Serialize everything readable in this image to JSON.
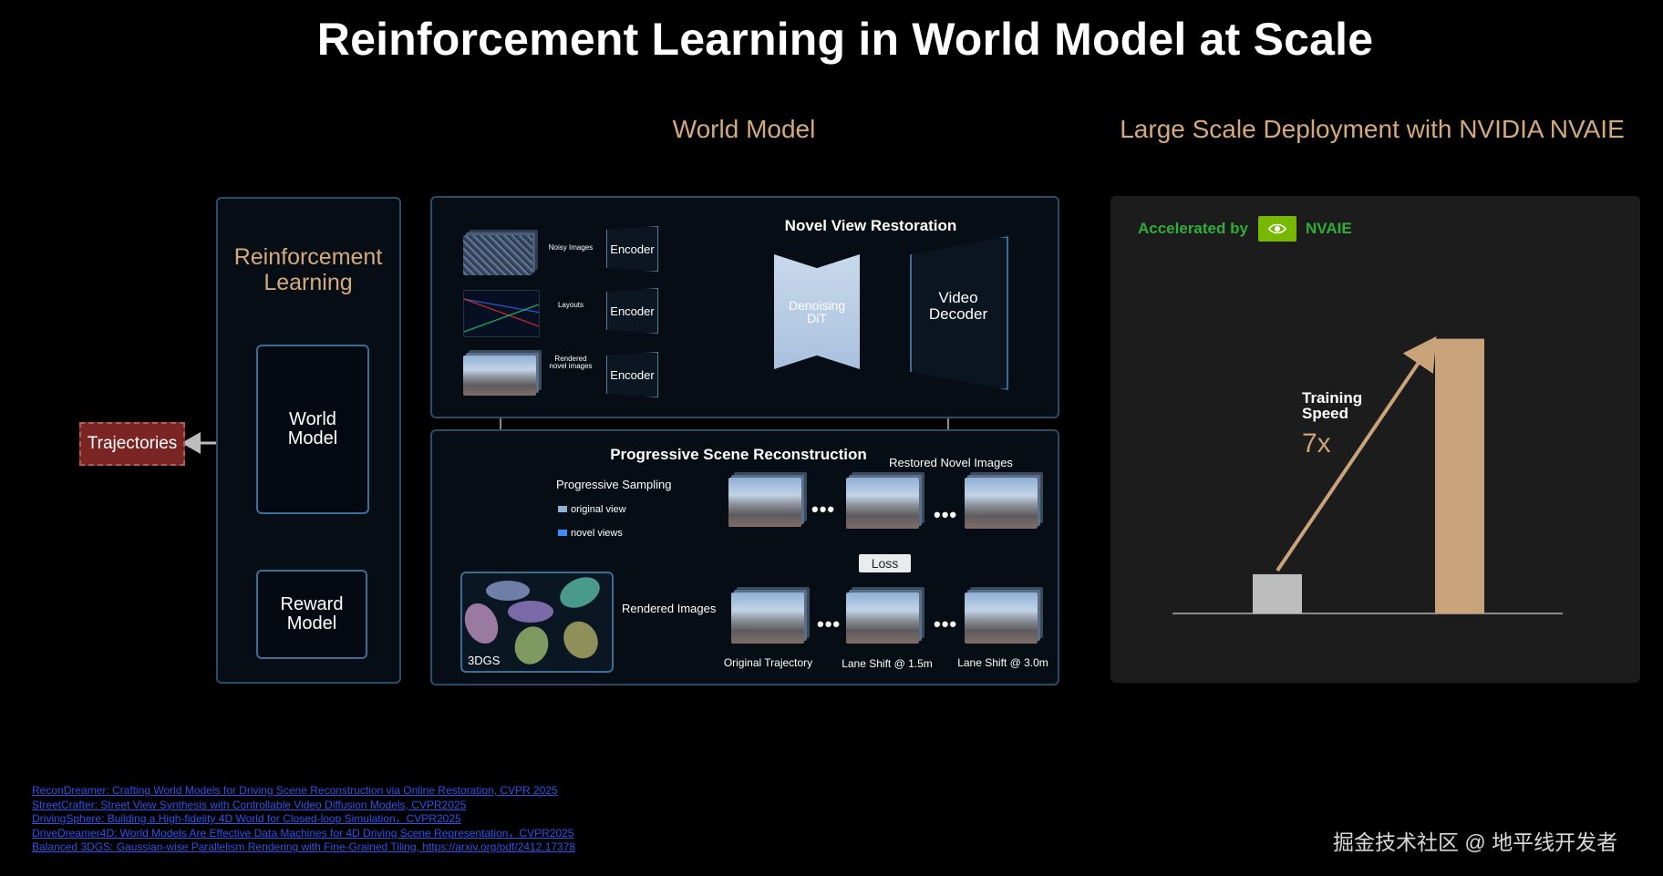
{
  "title": "Reinforcement Learning in World Model at Scale",
  "sections": {
    "world_model": "World Model",
    "deployment": "Large Scale Deployment with NVIDIA NVAIE"
  },
  "rl_panel": {
    "title": "Reinforcement\nLearning",
    "world_model_node": "World\nModel",
    "reward_model_node": "Reward\nModel"
  },
  "trajectories": "Trajectories",
  "nvr": {
    "title": "Novel View Restoration",
    "inputs": [
      {
        "label": "Noisy Images"
      },
      {
        "label": "Layouts"
      },
      {
        "label": "Rendered\nnovel images"
      }
    ],
    "encoder": "Encoder",
    "plus": "+",
    "denoising": "Denoising\nDiT",
    "decoder": "Video\nDecoder"
  },
  "psr": {
    "title": "Progressive Scene Reconstruction",
    "restored": "Restored Novel Images",
    "sampling": "Progressive Sampling",
    "legend_original": "original view",
    "legend_novel": "novel views",
    "loss": "Loss",
    "rendered": "Rendered Images",
    "gs": "3DGS",
    "dots": "•••",
    "captions": [
      "Original Trajectory",
      "Lane Shift @ 1.5m",
      "Lane Shift @ 3.0m"
    ]
  },
  "deploy": {
    "accelerated": "Accelerated by",
    "nvaie": "NVAIE",
    "speed_label": "Training\nSpeed",
    "speedup": "7x"
  },
  "chart_data": {
    "type": "bar",
    "categories": [
      "",
      ""
    ],
    "values": [
      1,
      7
    ],
    "colors": [
      "#bdbdbd",
      "#c9a47a"
    ],
    "ylim": [
      0,
      7.2
    ],
    "title": "",
    "xlabel": "",
    "ylabel": ""
  },
  "references": [
    "ReconDreamer: Crafting World Models for Driving Scene Reconstruction via Online Restoration, CVPR 2025",
    "StreetCrafter: Street View Synthesis with Controllable Video Diffusion Models, CVPR2025",
    "DrivingSphere: Building a High-fidelity 4D World for Closed-loop Simulation，CVPR2025",
    "DriveDreamer4D: World Models Are Effective Data Machines for 4D Driving Scene Representation，CVPR2025",
    "Balanced 3DGS: Gaussian-wise Parallelism Rendering with Fine-Grained Tiling, https://arxiv.org/pdf/2412.17378"
  ],
  "watermark": "掘金技术社区 @ 地平线开发者",
  "colors": {
    "accent_gold": "#d4aa7d",
    "nvidia_green": "#76b900",
    "trajectory_red": "#7b2424",
    "panel_border": "#2c4b66"
  }
}
